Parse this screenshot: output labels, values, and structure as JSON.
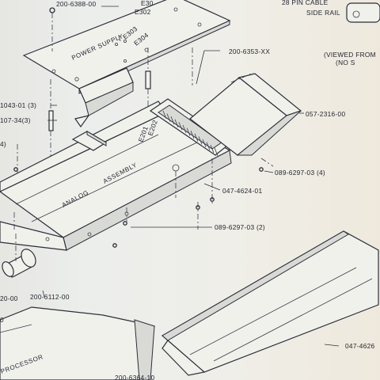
{
  "labels": {
    "top_left_part": "200-6388-00",
    "e30x": "E30",
    "e302": "E302",
    "cable_top": "28 PIN CABLE",
    "side_rail": "SIDE RAIL",
    "power_supply": "POWER SUPPLY",
    "e303": "E303",
    "e304": "E304",
    "part_6353": "200-6353-XX",
    "viewed_from": "(VIEWED FROM",
    "no_s": "(NO S",
    "part_1043": "1043-01 (3)",
    "part_107": "107-34(3)",
    "part_057": "057-2316-00",
    "e202": "E202",
    "e201": "E201",
    "part_089_4": "089-6297-03 (4)",
    "assembly": "ASSEMBLY",
    "analog": "ANALOG",
    "part_047_4624": "047-4624-01",
    "part_089_2": "089-6297-03 (2)",
    "part_6112": "200-6112-00",
    "part_20": "20-00",
    "processor": "PROCESSOR",
    "part_0": "0",
    "part_047_4626": "047-4626",
    "part_6364": "200-6364-10",
    "side_4": "4)"
  }
}
